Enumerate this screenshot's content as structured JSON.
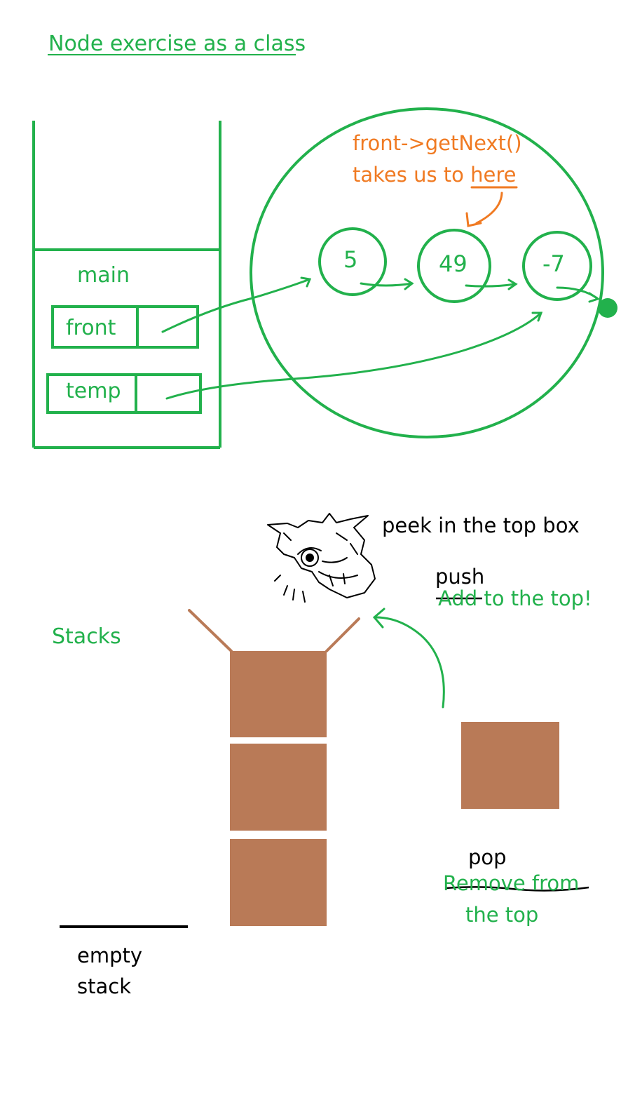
{
  "title": "Node exercise as a class",
  "memory": {
    "frame_label": "main",
    "vars": [
      {
        "name": "front"
      },
      {
        "name": "temp"
      }
    ]
  },
  "heap": {
    "note_line1": "front->getNext()",
    "note_line2_prefix": "takes us to ",
    "note_line2_emph": "here",
    "nodes": [
      "5",
      "49",
      "-7"
    ]
  },
  "stacks": {
    "heading": "Stacks",
    "peek_label": "peek in the top box",
    "push_label": "push",
    "push_struck": "Add",
    "push_rest": " to the top!",
    "pop_label": "pop",
    "pop_struck": "Remove from",
    "pop_rest": "the top",
    "empty_line1": "empty",
    "empty_line2": "stack"
  },
  "colors": {
    "green": "#22b14c",
    "orange": "#f07a22",
    "box_brown": "#b97a57",
    "black": "#000000"
  }
}
